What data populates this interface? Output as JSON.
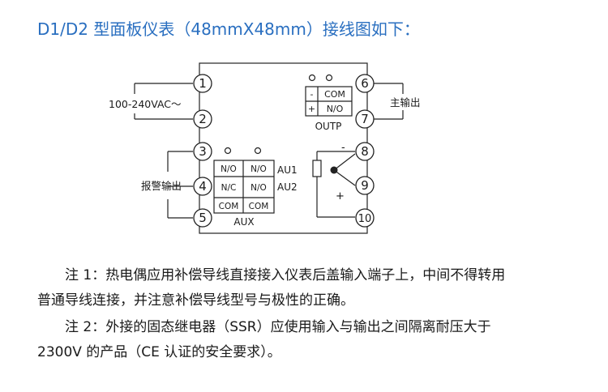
{
  "title": "D1/D2 型面板仪表（48mmX48mm）接线图如下：",
  "diagram": {
    "terminals": [
      "1",
      "2",
      "3",
      "4",
      "5",
      "6",
      "7",
      "8",
      "9",
      "10"
    ],
    "power_label": "100-240VAC～",
    "alarm_label": "报警输出",
    "main_output_label": "主输出",
    "outp": {
      "cells": [
        "-",
        "COM",
        "+",
        "N/O"
      ],
      "caption": "OUTP"
    },
    "aux": {
      "cells": [
        "N/O",
        "N/O",
        "N/C",
        "N/O",
        "COM",
        "COM"
      ],
      "caption": "AUX",
      "row_labels": [
        "AU1",
        "AU2"
      ]
    },
    "sensor_minus": "-",
    "sensor_plus": "+"
  },
  "notes": {
    "note1_line1": "注 1：热电偶应用补偿导线直接接入仪表后盖输入端子上，中间不得转用",
    "note1_line2": "普通导线连接，并注意补偿导线型号与极性的正确。",
    "note2_line1": "注 2：外接的固态继电器（SSR）应使用输入与输出之间隔离耐压大于",
    "note2_line2": "2300V 的产品（CE 认证的安全要求）。"
  }
}
